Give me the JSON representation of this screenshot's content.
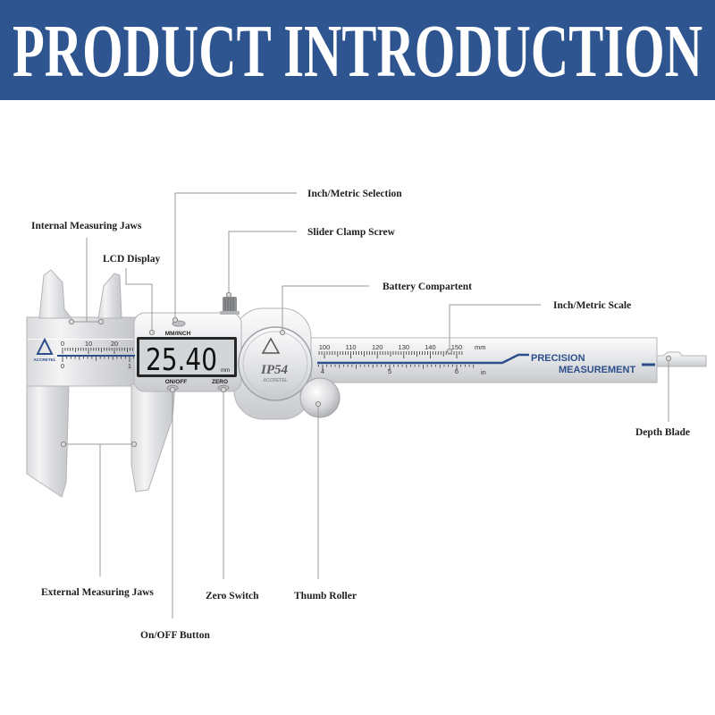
{
  "header": {
    "title": "PRODUCT INTRODUCTION"
  },
  "labels": {
    "inch_metric_selection": "Inch/Metric Selection",
    "internal_jaws": "Internal Measuring Jaws",
    "lcd_display": "LCD Display",
    "clamp_screw": "Slider Clamp Screw",
    "battery": "Battery Compartent",
    "scale": "Inch/Metric Scale",
    "depth_blade": "Depth Blade",
    "external_jaws": "External Measuring Jaws",
    "zero_switch": "Zero Switch",
    "thumb_roller": "Thumb Roller",
    "onoff_button": "On/OFF Button"
  },
  "lcd": {
    "reading": "25.40",
    "unit": "mm",
    "mode_label": "MM/INCH",
    "power_label": "ON/OFF",
    "zero_label": "ZERO"
  },
  "scale": {
    "mm_left": [
      "0",
      "10",
      "20"
    ],
    "in_left": [
      "0",
      "1"
    ],
    "mm_right": [
      "100",
      "110",
      "120",
      "130",
      "140",
      "150"
    ],
    "mm_unit": "mm",
    "in_right": [
      "4",
      "5",
      "6"
    ],
    "in_unit": "in"
  },
  "branding": {
    "logo_text": "ACCRETEL",
    "rating": "IP54",
    "slogan_line1": "PRECISION",
    "slogan_line2": "MEASUREMENT"
  },
  "colors": {
    "header_bg": "#2e5590",
    "accent": "#2c4f8c"
  }
}
